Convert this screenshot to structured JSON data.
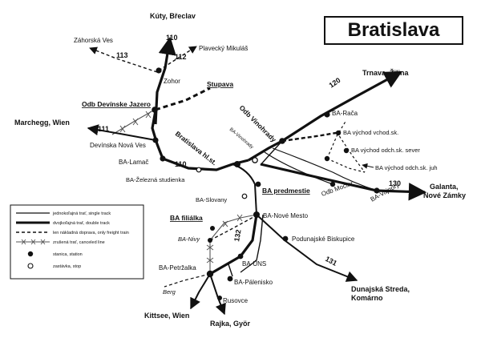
{
  "title": "Bratislava",
  "line_numbers": {
    "l110_north": "110",
    "l113": "113",
    "l112": "112",
    "l111": "111",
    "l110_mid": "110",
    "l120": "120",
    "l130": "130",
    "l132": "132",
    "l131": "131"
  },
  "places": {
    "kuty": "Kúty, Břeclav",
    "zahorska": "Záhorská Ves",
    "plavecky": "Plavecký Mikuláš",
    "zohor": "Zohor",
    "stupava": "Stupava",
    "odb_devinske": "Odb Devínske Jazero",
    "marchegg": "Marchegg, Wien",
    "devinska": "Devínska Nová Ves",
    "lamac": "BA-Lamač",
    "zelezna": "BA-Železná studienka",
    "hlst": "Bratislava hl.st.",
    "odb_vinohrady": "Odb Vinohrady",
    "ba_vinohrady": "BA-Vinohrady",
    "trnava": "Trnava, Žilina",
    "raca": "BA-Rača",
    "vychod_vchod": "BA východ vchod.sk.",
    "vychod_sever": "BA východ odch.sk. sever",
    "vychod_juh": "BA východ odch.sk. juh",
    "galanta": "Galanta,",
    "nove_zamky": "Nové Zámky",
    "vajnory": "BA-Vajnory",
    "mociar": "Odb Močiar",
    "predmestie": "BA predmestie",
    "slovany": "BA-Slovany",
    "filialka": "BA filiálka",
    "nove_mesto": "BA-Nové Mesto",
    "podunajske": "Podunajské Biskupice",
    "nivy": "BA-Nivy",
    "unš": "BA-ÚNS",
    "petrzalka": "BA-Petržalka",
    "palenisko": "BA-Pálenisko",
    "berg": "Berg",
    "rusovce": "Rusovce",
    "kittsee": "Kittsee, Wien",
    "rajka": "Rajka, Györ",
    "dunajska": "Dunajská Streda,",
    "komarno": "Komárno"
  },
  "legend": [
    {
      "style": "single",
      "label": "jednokoľajná trať, single track"
    },
    {
      "style": "double",
      "label": "dvojkoľajná trať, double track"
    },
    {
      "style": "freight",
      "label": "len nákladná doprava, only freight train"
    },
    {
      "style": "canceled",
      "label": "zrušená trať, canceled line"
    },
    {
      "style": "station",
      "label": "stanica, station"
    },
    {
      "style": "stop",
      "label": "zastávka, stop"
    }
  ]
}
